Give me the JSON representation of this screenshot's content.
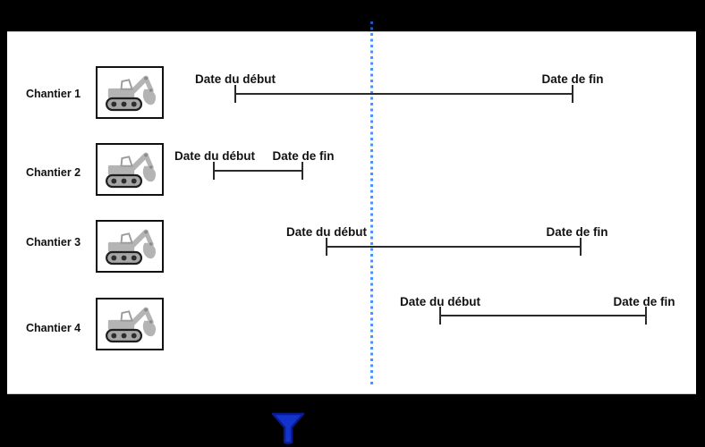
{
  "rows": [
    {
      "label": "Chantier 1",
      "start_label": "Date du début",
      "end_label": "Date de fin"
    },
    {
      "label": "Chantier 2",
      "start_label": "Date du début",
      "end_label": "Date de fin"
    },
    {
      "label": "Chantier 3",
      "start_label": "Date du début",
      "end_label": "Date de fin"
    },
    {
      "label": "Chantier 4",
      "start_label": "Date du début",
      "end_label": "Date de fin"
    }
  ],
  "icons": {
    "row_icon": "excavator-icon",
    "bottom_icon": "filter-funnel-icon",
    "guide": "vertical-dotted-date-guide-line"
  },
  "colors": {
    "background": "#000000",
    "panel": "#ffffff",
    "timeline": "#2b2b2b",
    "guide_line": "#1f73f2",
    "funnel_fill": "#1233cc",
    "funnel_stroke": "#0a1a8f",
    "excavator_gray": "#b4b4b4"
  }
}
